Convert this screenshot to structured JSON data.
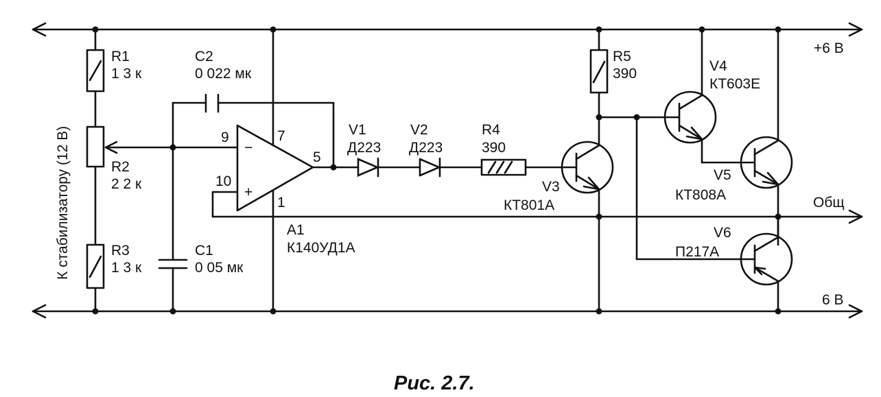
{
  "rails": {
    "positive_label": "+6 В",
    "negative_label": "6 В",
    "common_label": "Общ"
  },
  "input": {
    "label": "К стабилизатору (12 В)"
  },
  "components": {
    "r1": {
      "ref": "R1",
      "value": "1 3 к"
    },
    "r2": {
      "ref": "R2",
      "value": "2 2 к"
    },
    "r3": {
      "ref": "R3",
      "value": "1 3 к"
    },
    "c1": {
      "ref": "C1",
      "value": "0 05 мк"
    },
    "c2": {
      "ref": "C2",
      "value": "0 022 мк"
    },
    "a1": {
      "ref": "A1",
      "value": "К140УД1А"
    },
    "v1": {
      "ref": "V1",
      "value": "Д223"
    },
    "v2": {
      "ref": "V2",
      "value": "Д223"
    },
    "r4": {
      "ref": "R4",
      "value": "390"
    },
    "r5": {
      "ref": "R5",
      "value": "390"
    },
    "v3": {
      "ref": "V3",
      "value": "КТ801А"
    },
    "v4": {
      "ref": "V4",
      "value": "КТ603Е"
    },
    "v5": {
      "ref": "V5",
      "value": "КТ808А"
    },
    "v6": {
      "ref": "V6",
      "value": "П217А"
    }
  },
  "opamp_pins": {
    "inverting": "9",
    "noninverting": "10",
    "output": "5",
    "supply_pos": "7",
    "supply_neg": "1",
    "minus_sign": "−",
    "plus_sign": "+"
  },
  "caption": "Рис. 2.7."
}
